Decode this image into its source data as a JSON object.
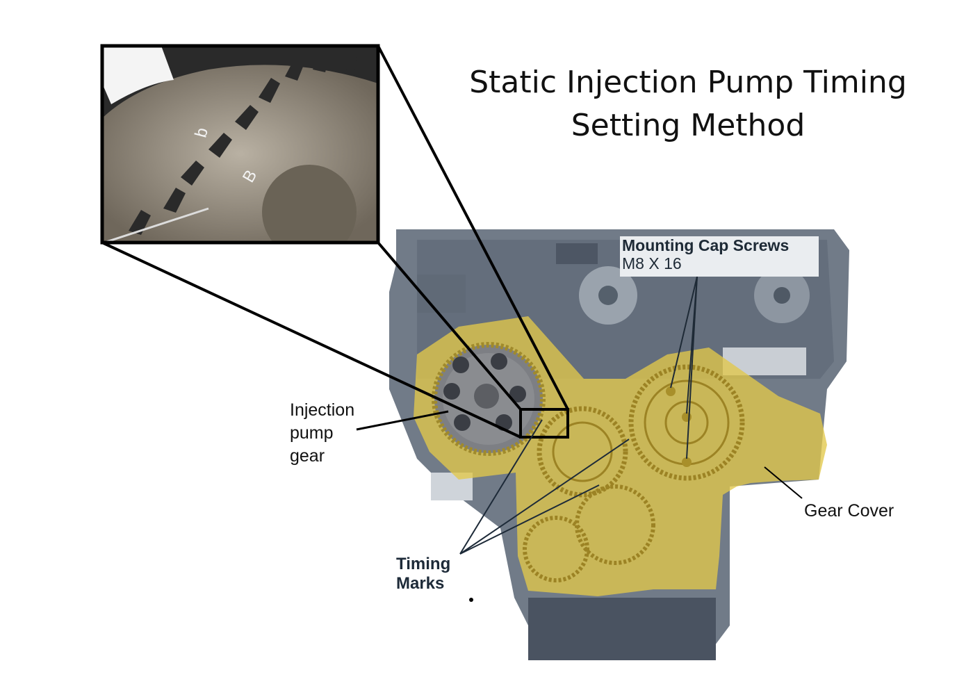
{
  "title": {
    "line1": "Static Injection Pump Timing",
    "line2": "Setting Method"
  },
  "labels": {
    "injection_pump_gear": [
      "Injection",
      "pump",
      "gear"
    ],
    "gear_cover": "Gear Cover",
    "timing_marks": [
      "Timing",
      "Marks"
    ],
    "mounting_cap_screws": {
      "name": "Mounting Cap Screws",
      "size": "M8 X 16"
    }
  },
  "inset_marks": {
    "mark_b_lower": "b",
    "mark_b_upper": "B"
  },
  "colors": {
    "gear_cover_highlight": "#e2c84a",
    "engine_gray": "#6d7784",
    "inset_metal": "#8a8274",
    "line": "#000000"
  }
}
